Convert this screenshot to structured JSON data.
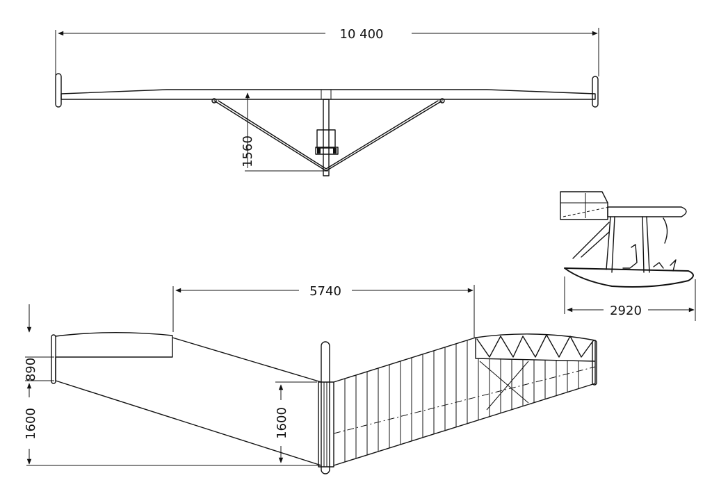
{
  "dimensions": {
    "front_span": "10 400",
    "front_height": "1560",
    "side_length": "2920",
    "top_half_span": "5740",
    "top_tip_chord": "890",
    "top_root_offset": "1600",
    "top_root_chord": "1600"
  },
  "colors": {
    "ink": "#111111",
    "paper": "#ffffff"
  }
}
